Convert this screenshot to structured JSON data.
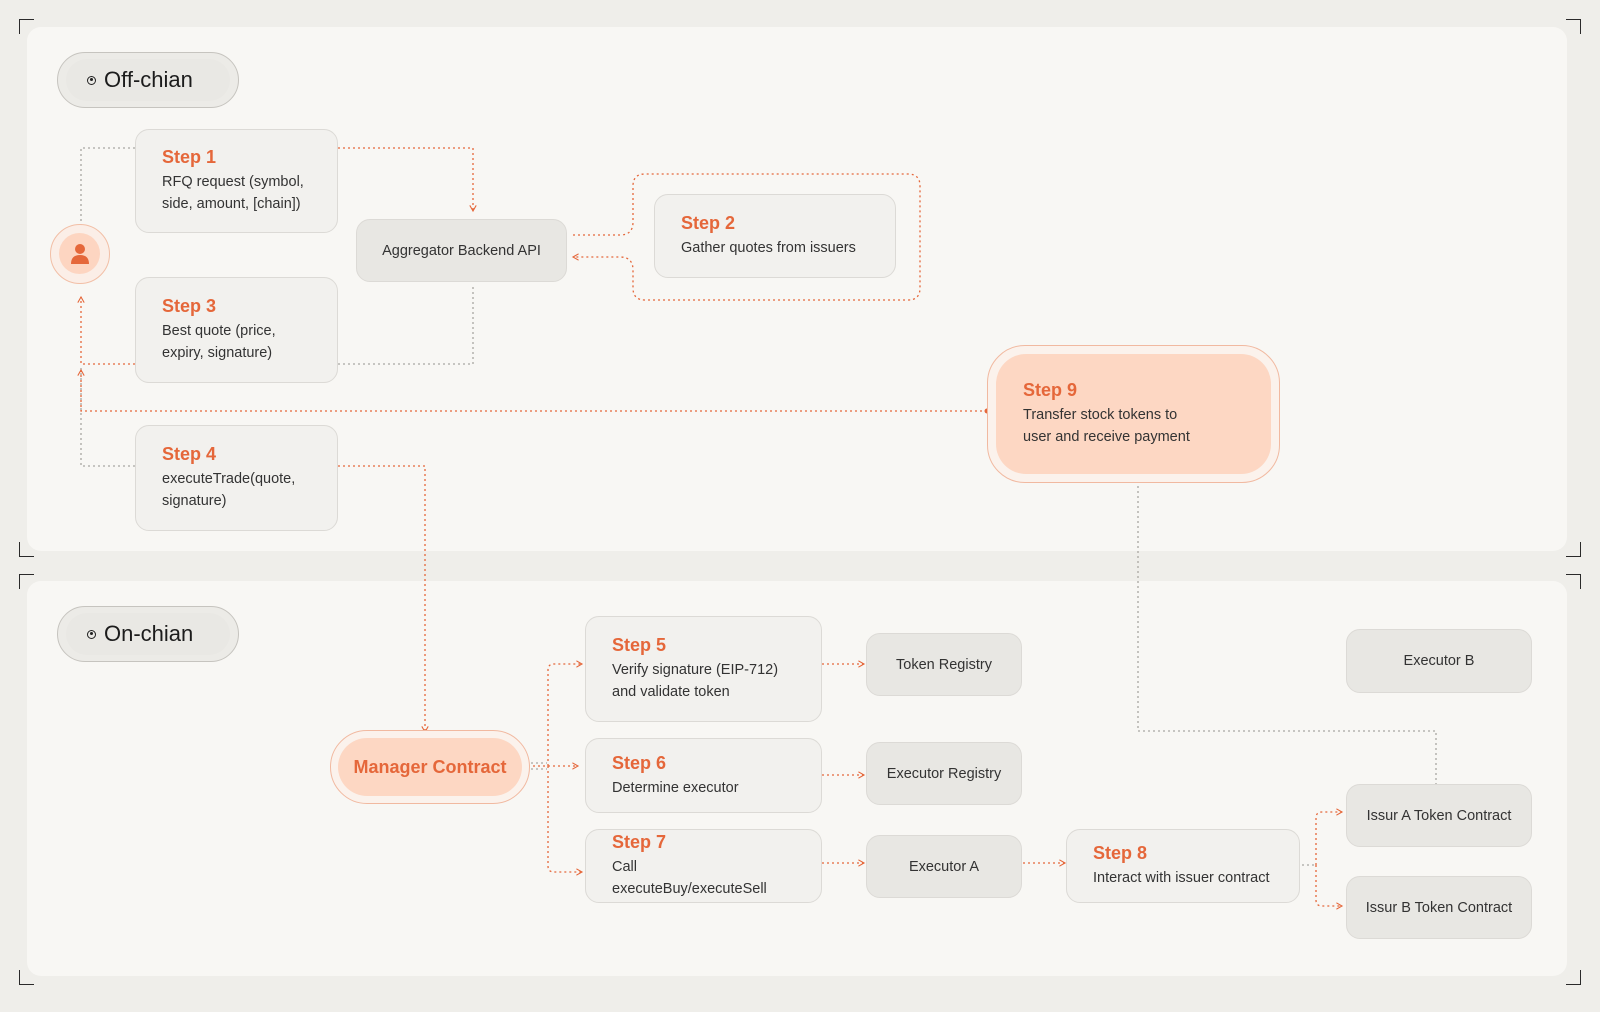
{
  "zones": {
    "off_chain_label": "Off-chian",
    "on_chain_label": "On-chian"
  },
  "steps": {
    "s1": {
      "title": "Step 1",
      "desc": [
        "RFQ request (symbol,",
        "side, amount, [chain])"
      ]
    },
    "s2": {
      "title": "Step 2",
      "desc": [
        "Gather quotes from issuers"
      ]
    },
    "s3": {
      "title": "Step 3",
      "desc": [
        "Best quote (price,",
        "expiry, signature)"
      ]
    },
    "s4": {
      "title": "Step 4",
      "desc": [
        "executeTrade(quote,",
        "signature)"
      ]
    },
    "s5": {
      "title": "Step 5",
      "desc": [
        "Verify signature (EIP-712)",
        "and validate token"
      ]
    },
    "s6": {
      "title": "Step 6",
      "desc": [
        "Determine executor"
      ]
    },
    "s7": {
      "title": "Step 7",
      "desc": [
        "Call executeBuy/executeSell"
      ]
    },
    "s8": {
      "title": "Step 8",
      "desc": [
        "Interact with issuer contract"
      ]
    },
    "s9": {
      "title": "Step 9",
      "desc": [
        "Transfer stock tokens to",
        "user and receive payment"
      ]
    }
  },
  "nodes": {
    "aggregator": "Aggregator Backend API",
    "manager": "Manager Contract",
    "token_registry": "Token Registry",
    "executor_registry": "Executor Registry",
    "executor_a": "Executor A",
    "executor_b": "Executor B",
    "issuer_a": "Issur A Token Contract",
    "issuer_b": "Issur B Token Contract"
  },
  "colors": {
    "accent": "#e5673a",
    "highlight_fill": "#fdd7c3",
    "connector_gray": "#a9a7a2"
  },
  "icons": {
    "user": "user-icon",
    "zone": "radio-dot-icon"
  }
}
